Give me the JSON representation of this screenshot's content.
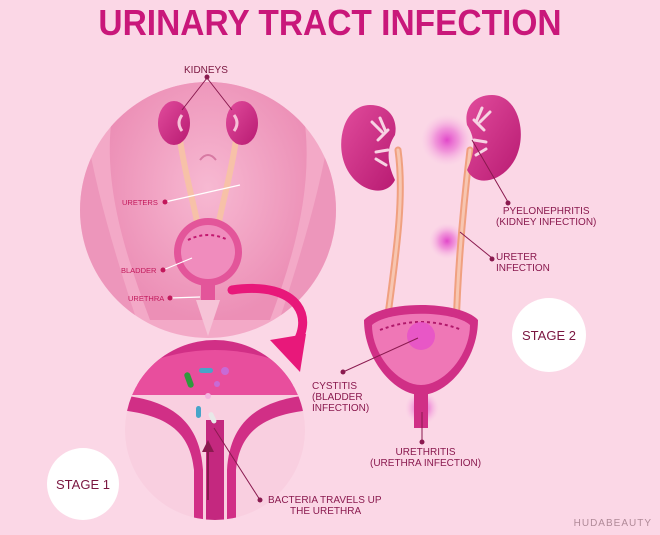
{
  "title": "URINARY TRACT INFECTION",
  "labels": {
    "kidneys": "KIDNEYS",
    "ureters": "URETERS",
    "bladder": "BLADDER",
    "urethra": "URETHRA",
    "pyelo_1": "PYELONEPHRITIS",
    "pyelo_2": "(KIDNEY INFECTION)",
    "ureter_inf_1": "URETER",
    "ureter_inf_2": "INFECTION",
    "cystitis_1": "CYSTITIS",
    "cystitis_2": "(BLADDER",
    "cystitis_3": "INFECTION)",
    "urethritis_1": "URETHRITIS",
    "urethritis_2": "(URETHRA INFECTION)",
    "bacteria_1": "BACTERIA TRAVELS UP",
    "bacteria_2": "THE URETHRA"
  },
  "stages": {
    "stage1": "STAGE 1",
    "stage2": "STAGE 2"
  },
  "watermark": "HUDABEAUTY",
  "colors": {
    "background": "#fbd7e6",
    "title": "#c9177a",
    "organ": "#d6338a",
    "organ_light": "#ef7fb5",
    "glow": "#e040c8",
    "arrow": "#e8187a",
    "leader": "#8a1a4f"
  }
}
